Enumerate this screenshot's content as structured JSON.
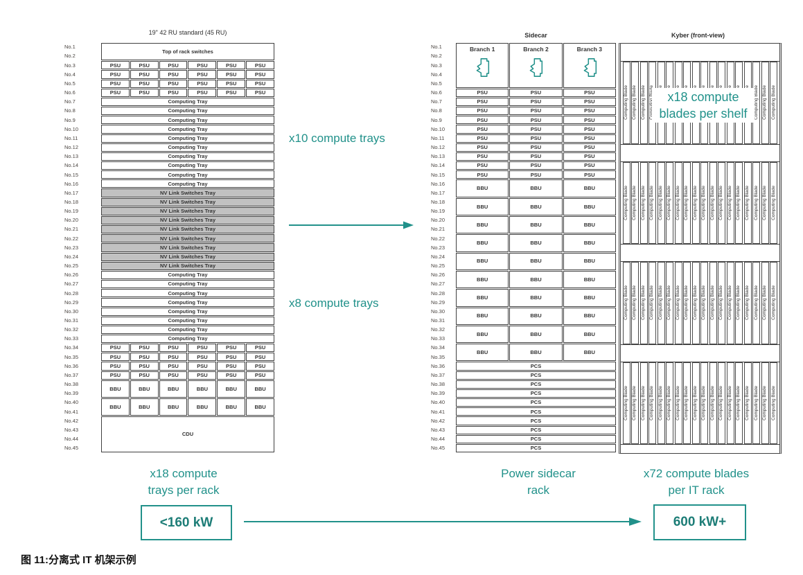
{
  "figure": {
    "caption": "图 11:分离式 IT 机架示例"
  },
  "colors": {
    "teal": "#21918a",
    "gray_fill": "#c1c1c1",
    "border": "#3f3f3f"
  },
  "icons": {
    "branch_breaker": "circuit-breaker"
  },
  "racks": {
    "standard": {
      "title": "19\" 42 RU standard (45 RU)",
      "rows": 45,
      "label_prefix": "No.",
      "columns": 6,
      "segments": [
        {
          "text": "Top of rack switches",
          "rowspan": 2,
          "full": true,
          "count": 1
        },
        {
          "text": "PSU",
          "rowspan": 1,
          "cells": 6,
          "count": 4
        },
        {
          "text": "Computing Tray",
          "rowspan": 1,
          "full": true,
          "count": 10
        },
        {
          "text": "NV Link Switches Tray",
          "rowspan": 1,
          "full": true,
          "count": 9,
          "fill": "gray"
        },
        {
          "text": "Computing Tray",
          "rowspan": 1,
          "full": true,
          "count": 8
        },
        {
          "text": "PSU",
          "rowspan": 1,
          "cells": 6,
          "count": 4
        },
        {
          "text": "BBU",
          "rowspan": 2,
          "cells": 6,
          "count": 2
        },
        {
          "text": "CDU",
          "rowspan": 4,
          "full": true,
          "count": 1
        }
      ]
    },
    "sidecar": {
      "title": "Sidecar",
      "rows": 45,
      "label_prefix": "No.",
      "columns": 3,
      "branches": [
        "Branch 1",
        "Branch 2",
        "Branch 3"
      ],
      "branch_rowspan": 5,
      "segments": [
        {
          "text": "PSU",
          "rowspan": 1,
          "cells": 3,
          "count": 10
        },
        {
          "text": "BBU",
          "rowspan": 2,
          "cells": 3,
          "count": 10
        },
        {
          "text": "PCS",
          "rowspan": 1,
          "full": true,
          "count": 10
        }
      ]
    },
    "kyber": {
      "title": "Kyber (front-view)",
      "shelves": 4,
      "blades_per_shelf": 18,
      "blade_label": "Computing Blade",
      "overlay_line1": "x18 compute",
      "overlay_line2": "blades per shelf"
    }
  },
  "annotations": {
    "x10_trays": "x10 compute trays",
    "x8_trays": "x8 compute trays",
    "left_caption_line1": "x18 compute",
    "left_caption_line2": "trays per rack",
    "mid_caption_line1": "Power sidecar",
    "mid_caption_line2": "rack",
    "right_caption_line1": "x72 compute blades",
    "right_caption_line2": "per IT rack",
    "left_power": "<160 kW",
    "right_power": "600 kW+"
  }
}
